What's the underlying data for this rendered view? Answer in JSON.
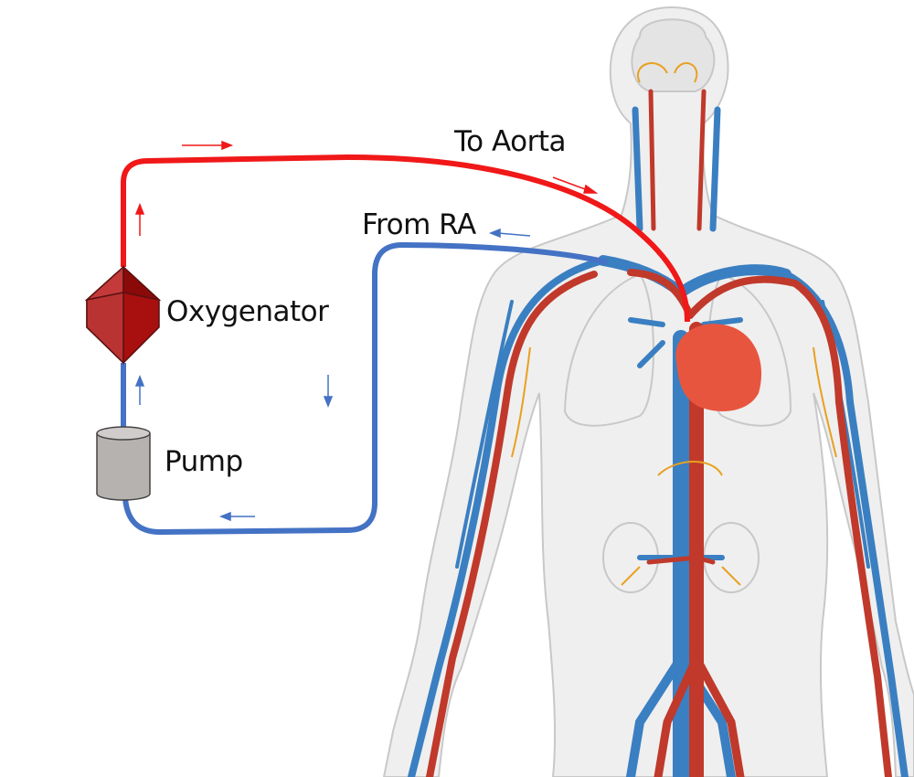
{
  "labels": {
    "to_aorta": "To Aorta",
    "from_ra": "From RA",
    "oxygenator": "Oxygenator",
    "pump": "Pump"
  },
  "colors": {
    "oxygenated": "#f01818",
    "deoxygenated": "#4472c4",
    "artery": "#c0392b",
    "vein": "#3a7fc1",
    "heart": "#e8553f",
    "oxygenator": "#a80f0f",
    "pump": "#b5b2b0",
    "body": "#efefef"
  }
}
